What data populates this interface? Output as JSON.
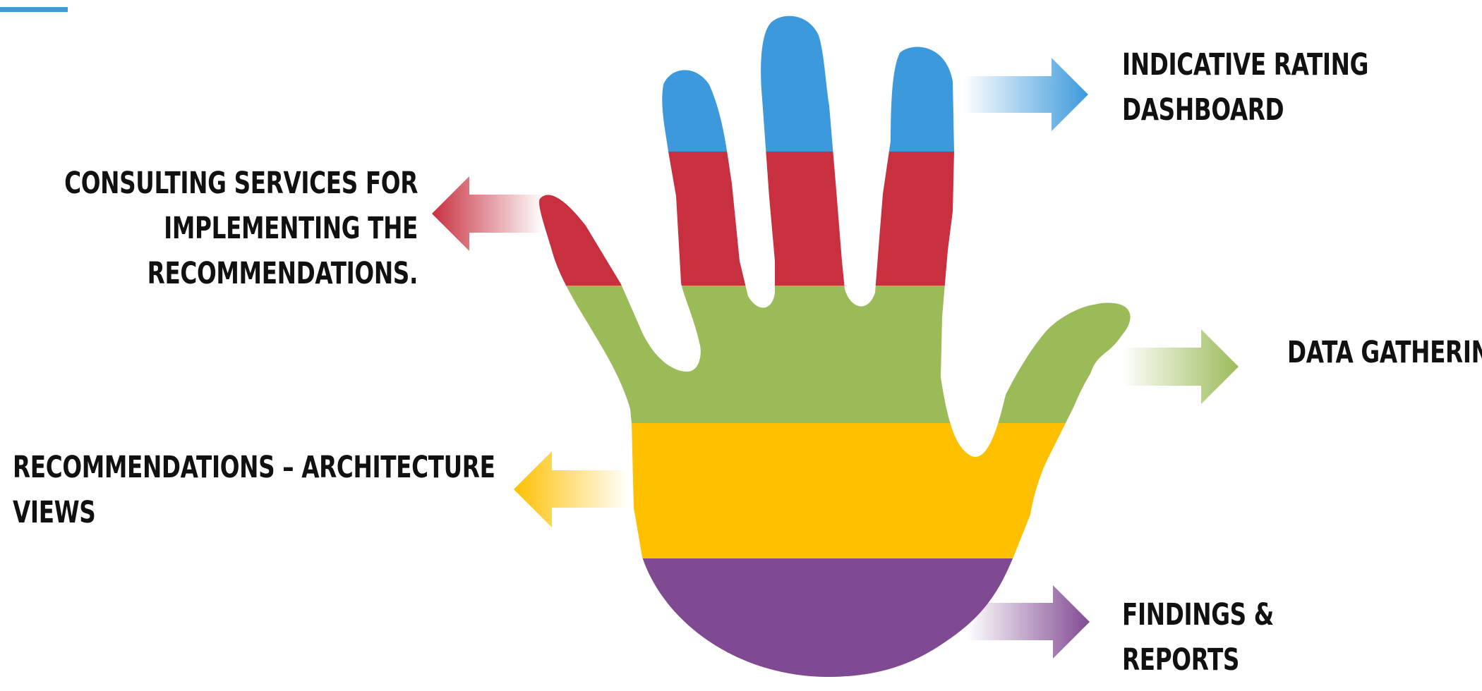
{
  "labels": {
    "consulting": [
      "CONSULTING SERVICES FOR",
      "IMPLEMENTING THE",
      "RECOMMENDATIONS."
    ],
    "architecture": [
      "RECOMMENDATIONS – ARCHITECTURE",
      "VIEWS"
    ],
    "rating": [
      "INDICATIVE RATING",
      "DASHBOARD"
    ],
    "data_gathering": [
      "DATA GATHERING"
    ],
    "findings": [
      "FINDINGS &",
      "REPORTS"
    ]
  },
  "colors": {
    "blue": "#3c99db",
    "red": "#c83040",
    "green": "#9bbb59",
    "yellow": "#ffc000",
    "purple": "#804a92",
    "accent_bar": "#3d9bd9"
  },
  "icons": [
    "hand-icon",
    "arrow-left-icon",
    "arrow-right-icon"
  ]
}
